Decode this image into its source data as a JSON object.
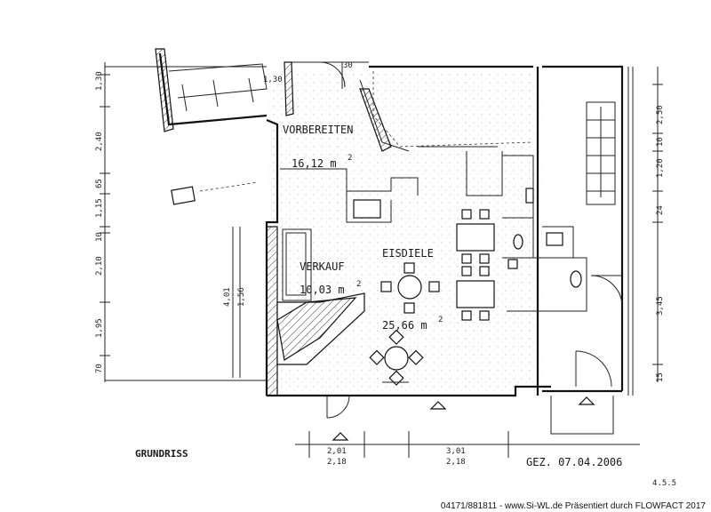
{
  "rooms": {
    "vorbereiten": {
      "name": "VORBEREITEN",
      "area": "16,12 m",
      "sup": "2"
    },
    "eisdiele": {
      "name": "EISDIELE",
      "area": "25,66 m",
      "sup": "2"
    },
    "verkauf": {
      "name": "VERKAUF",
      "area": "10,03 m",
      "sup": "2"
    }
  },
  "title": "GRUNDRISS",
  "date": "GEZ. 07.04.2006",
  "footer": "04171/881811 - www.Si-WL.de Präsentiert durch FLOWFACT 2017",
  "dimensions": {
    "left": [
      "1,30",
      "2,40",
      "65",
      "1,15",
      "10",
      "2,10",
      "1,95",
      "70"
    ],
    "inner": [
      "4,01",
      "1,56"
    ],
    "right": [
      "2,50",
      "10",
      "1,20",
      "24",
      "3,45",
      "15"
    ],
    "bottom": [
      "2,01",
      "2,18",
      "3,01",
      "2,18"
    ],
    "top": [
      "1,30",
      "30"
    ]
  },
  "page_mark": "4.5.5"
}
